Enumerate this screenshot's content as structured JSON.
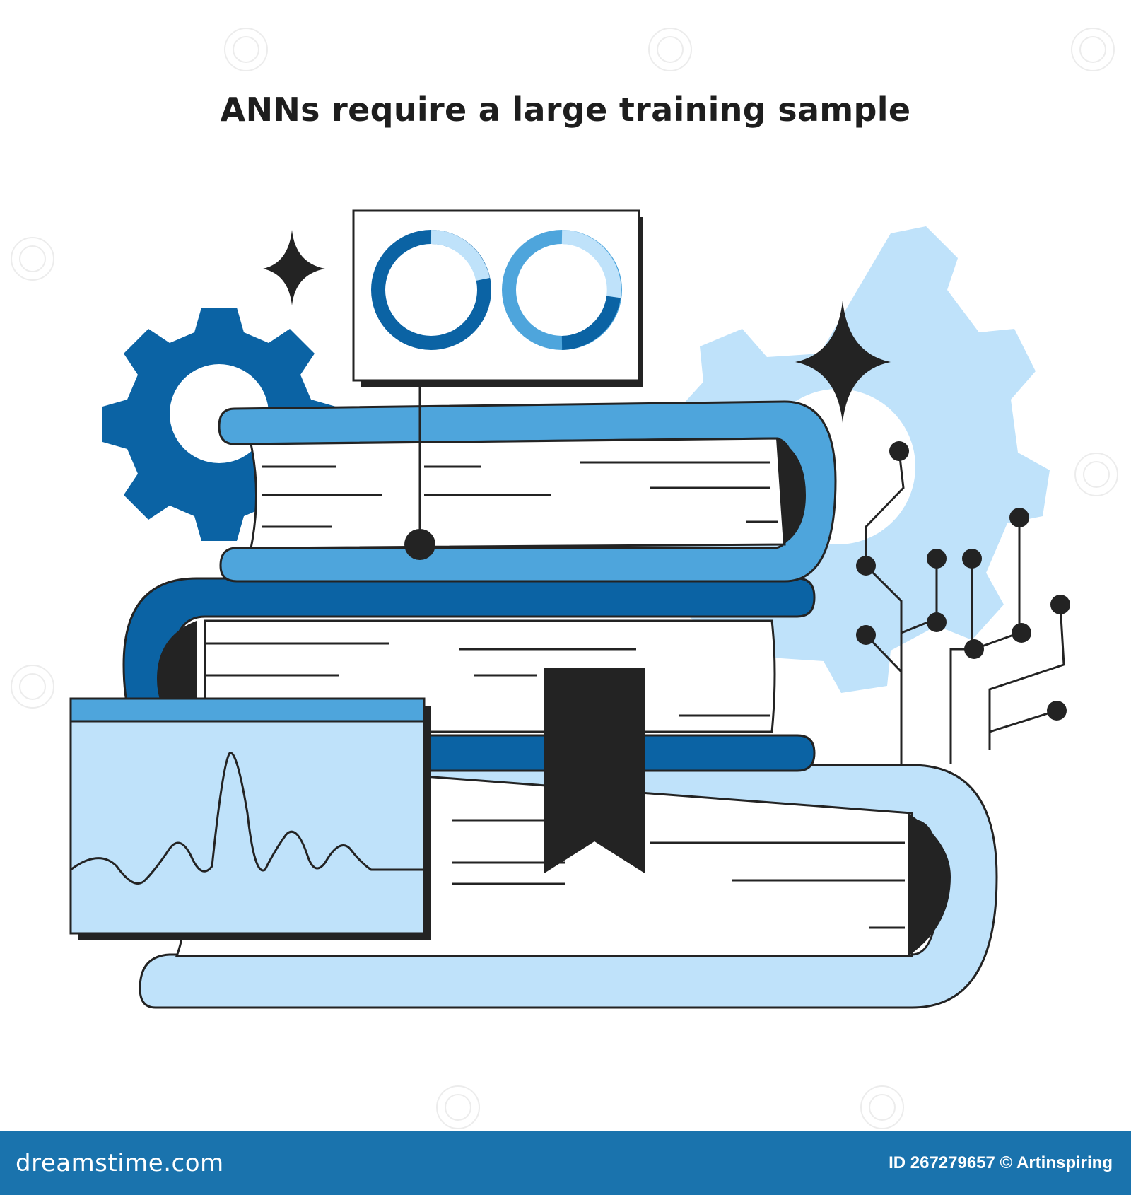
{
  "title": "ANNs require a large training sample",
  "footer": {
    "brand": "dreamstime.com",
    "image_id": "ID 267279657 © Artinspiring"
  },
  "colors": {
    "dark_blue": "#0b63a4",
    "mid_blue": "#4ea5dc",
    "light_blue": "#bfe2fa",
    "ink": "#232323",
    "footer": "#1a73ad"
  },
  "icons": [
    "gear-icon",
    "sparkle-icon",
    "donut-chart-icon",
    "wave-chart-icon",
    "bookmark-icon",
    "circuit-icon",
    "book-icon"
  ]
}
